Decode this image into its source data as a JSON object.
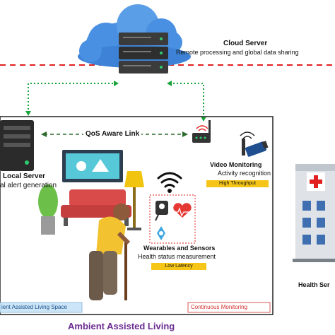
{
  "cloud_server": {
    "title": "Cloud Server",
    "subtitle": "Remote processing and global data sharing"
  },
  "local_server": {
    "title": "Local Server",
    "subtitle": "al alert generation"
  },
  "link": {
    "label": "QoS Aware Link"
  },
  "video": {
    "title": "Video Monitoring",
    "subtitle": "Activity recognition",
    "tag": "High Throughput"
  },
  "wearables": {
    "title": "Wearables and Sensors",
    "subtitle": "Health status measurement",
    "tag": "Low Latency"
  },
  "space": {
    "label": "ient Assisted Living Space",
    "monitoring": "Continuous Monitoring"
  },
  "health_server": {
    "label": "Health Ser"
  },
  "caption": "Ambient Assisted Living",
  "colors": {
    "dashed_red": "#e02020",
    "dotted_green": "#19a33a",
    "cloud_blue": "#4a90e2",
    "tag_yellow": "#f5c518",
    "caption_purple": "#6a2c91",
    "monitoring_red": "#d32f2f"
  }
}
